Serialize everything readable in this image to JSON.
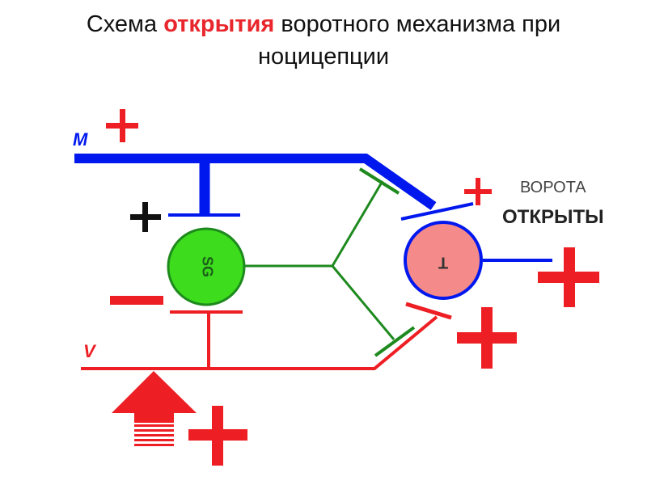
{
  "title": {
    "part1": "Схема ",
    "highlight": "открытия",
    "part2": " воротного механизма при",
    "line2": "ноцицепции"
  },
  "labels": {
    "m_fiber": "M",
    "v_fiber": "V",
    "sg_cell": "SG",
    "t_cell": "T",
    "gate_word": "ВОРОТА",
    "gate_state": "ОТКРЫТЫ"
  },
  "colors": {
    "m_fiber": "#0018ee",
    "v_fiber": "#ee1f24",
    "green": "#1e8a1e",
    "sg_fill": "#3ddc1c",
    "t_fill": "#f58a8a",
    "excite": "#ee1f24",
    "inhibit": "#ee1f24",
    "plus_black": "#111111"
  },
  "icons": {
    "stimulus": "up-arrow-icon"
  }
}
